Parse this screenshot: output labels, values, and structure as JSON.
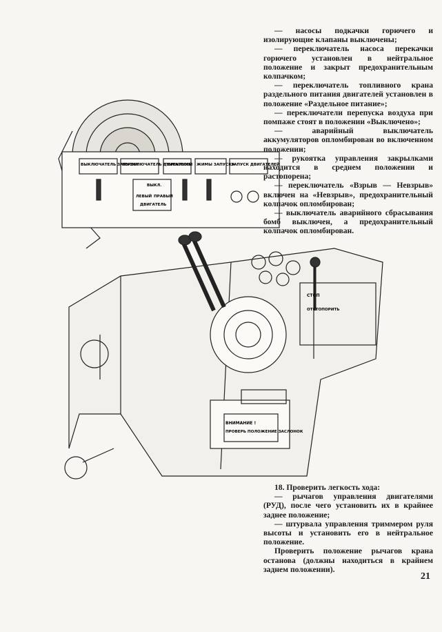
{
  "page": {
    "number": "21"
  },
  "text_top": [
    "— насосы подкачки горючего и изолирующие клапаны выключены;",
    "— переключатель насоса перекачки горючего установлен в нейтральное положение и закрыт предохранительным колпачком;",
    "— переключатель топливного крана раздельного питания двигателей установлен в положение «Раздельное питание»;",
    "— переключатели перепуска воздуха при помпаже стоят в положении «Выключено»;",
    "— аварийный выключатель аккумуляторов опломбирован во включенном положении;",
    "— рукоятка управления закрылками находится в среднем положении и растопорена;",
    "— переключатель «Взрыв — Невзрыв» включен на «Невзрыв», предохранительный колпачок опломбирован;",
    "— выключатель аварийного сбрасывания бомб выключен, а предохранительный колпачок опломбирован."
  ],
  "text_bottom": [
    "18. Проверить легкость хода:",
    "— рычагов управления двигателями (РУД), после чего установить их в крайнее заднее положение;",
    "— штурвала управления триммером руля высоты и установить его в нейтральное положение.",
    "Проверить положение рычагов крана останова (должны находиться в крайнем заднем положении)."
  ],
  "illustration": {
    "panel_labels": [
      "ВЫКЛЮЧАТЕЛЬ ЗАПУСКА",
      "ПЕРЕКЛЮЧАТЕЛЬ ДВИГАТЕЛЕЙ",
      "ПЕРЕКЛЮЧ.",
      "ЖИМЫ ЗАПУСКА",
      "ЗАПУСК ДВИГАТЕЛЕЙ"
    ],
    "panel_center": [
      "ВЫКЛ.",
      "ЛЕВЫЙ",
      "ПРАВЫЙ",
      "ДВИГАТЕЛЬ"
    ],
    "warning_plate": [
      "ВНИМАНИЕ !",
      "ПРОВЕРЬ ПОЛОЖЕНИЕ ЗАСЛОНОК"
    ],
    "stop_label": "СТОП",
    "throttle_label": "ОТСТОПОРИТЬ"
  }
}
